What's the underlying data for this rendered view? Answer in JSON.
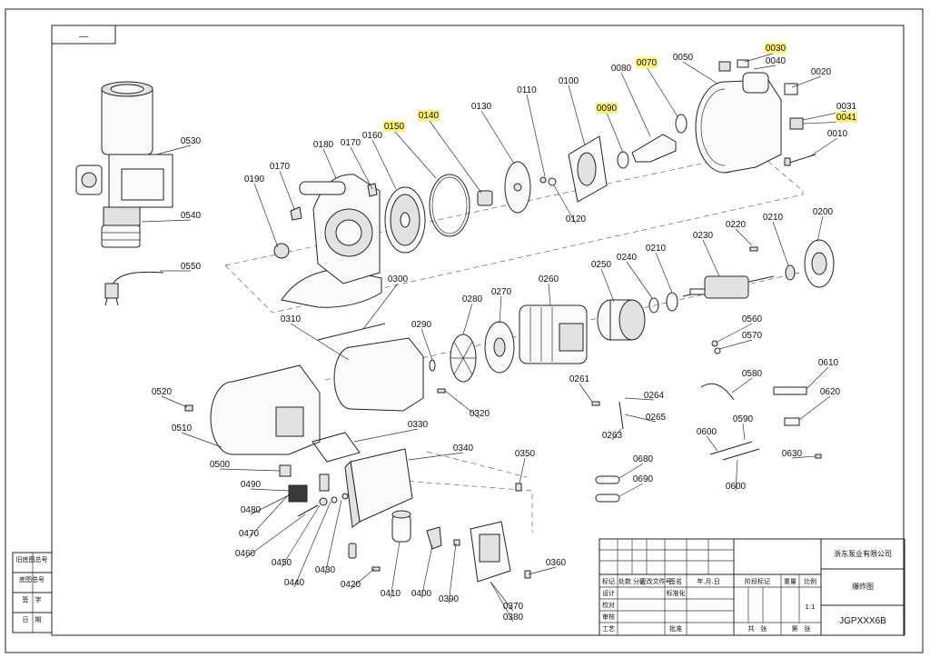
{
  "corner_box_label": "—",
  "parts": [
    {
      "id": "0010",
      "label": "0010",
      "highlight": false
    },
    {
      "id": "0020",
      "label": "0020",
      "highlight": false
    },
    {
      "id": "0030",
      "label": "0030",
      "highlight": true
    },
    {
      "id": "0031",
      "label": "0031",
      "highlight": false
    },
    {
      "id": "0040",
      "label": "0040",
      "highlight": false
    },
    {
      "id": "0041",
      "label": "0041",
      "highlight": true
    },
    {
      "id": "0050",
      "label": "0050",
      "highlight": false
    },
    {
      "id": "0070",
      "label": "0070",
      "highlight": true
    },
    {
      "id": "0080",
      "label": "0080",
      "highlight": false
    },
    {
      "id": "0090",
      "label": "0090",
      "highlight": true
    },
    {
      "id": "0100",
      "label": "0100",
      "highlight": false
    },
    {
      "id": "0110",
      "label": "0110",
      "highlight": false
    },
    {
      "id": "0120",
      "label": "0120",
      "highlight": false
    },
    {
      "id": "0130",
      "label": "0130",
      "highlight": false
    },
    {
      "id": "0140",
      "label": "0140",
      "highlight": true
    },
    {
      "id": "0150",
      "label": "0150",
      "highlight": true
    },
    {
      "id": "0160",
      "label": "0160",
      "highlight": false
    },
    {
      "id": "0170a",
      "label": "0170",
      "highlight": false
    },
    {
      "id": "0170b",
      "label": "0170",
      "highlight": false
    },
    {
      "id": "0180",
      "label": "0180",
      "highlight": false
    },
    {
      "id": "0190",
      "label": "0190",
      "highlight": false
    },
    {
      "id": "0200",
      "label": "0200",
      "highlight": false
    },
    {
      "id": "0210a",
      "label": "0210",
      "highlight": false
    },
    {
      "id": "0210b",
      "label": "0210",
      "highlight": false
    },
    {
      "id": "0220",
      "label": "0220",
      "highlight": false
    },
    {
      "id": "0230",
      "label": "0230",
      "highlight": false
    },
    {
      "id": "0240",
      "label": "0240",
      "highlight": false
    },
    {
      "id": "0250",
      "label": "0250",
      "highlight": false
    },
    {
      "id": "0260",
      "label": "0260",
      "highlight": false
    },
    {
      "id": "0261",
      "label": "0261",
      "highlight": false
    },
    {
      "id": "0263",
      "label": "0263",
      "highlight": false
    },
    {
      "id": "0264",
      "label": "0264",
      "highlight": false
    },
    {
      "id": "0265",
      "label": "0265",
      "highlight": false
    },
    {
      "id": "0270",
      "label": "0270",
      "highlight": false
    },
    {
      "id": "0280",
      "label": "0280",
      "highlight": false
    },
    {
      "id": "0290",
      "label": "0290",
      "highlight": false
    },
    {
      "id": "0300",
      "label": "0300",
      "highlight": false
    },
    {
      "id": "0310",
      "label": "0310",
      "highlight": false
    },
    {
      "id": "0320",
      "label": "0320",
      "highlight": false
    },
    {
      "id": "0330",
      "label": "0330",
      "highlight": false
    },
    {
      "id": "0340",
      "label": "0340",
      "highlight": false
    },
    {
      "id": "0350",
      "label": "0350",
      "highlight": false
    },
    {
      "id": "0360",
      "label": "0360",
      "highlight": false
    },
    {
      "id": "0370",
      "label": "0370",
      "highlight": false
    },
    {
      "id": "0380",
      "label": "0380",
      "highlight": false
    },
    {
      "id": "0390",
      "label": "0390",
      "highlight": false
    },
    {
      "id": "0400",
      "label": "0400",
      "highlight": false
    },
    {
      "id": "0410",
      "label": "0410",
      "highlight": false
    },
    {
      "id": "0420",
      "label": "0420",
      "highlight": false
    },
    {
      "id": "0430",
      "label": "0430",
      "highlight": false
    },
    {
      "id": "0440",
      "label": "0440",
      "highlight": false
    },
    {
      "id": "0450",
      "label": "0450",
      "highlight": false
    },
    {
      "id": "0460",
      "label": "0460",
      "highlight": false
    },
    {
      "id": "0470",
      "label": "0470",
      "highlight": false
    },
    {
      "id": "0480",
      "label": "0480",
      "highlight": false
    },
    {
      "id": "0490",
      "label": "0490",
      "highlight": false
    },
    {
      "id": "0500",
      "label": "0500",
      "highlight": false
    },
    {
      "id": "0510",
      "label": "0510",
      "highlight": false
    },
    {
      "id": "0520",
      "label": "0520",
      "highlight": false
    },
    {
      "id": "0530",
      "label": "0530",
      "highlight": false
    },
    {
      "id": "0540",
      "label": "0540",
      "highlight": false
    },
    {
      "id": "0550",
      "label": "0550",
      "highlight": false
    },
    {
      "id": "0560",
      "label": "0560",
      "highlight": false
    },
    {
      "id": "0570",
      "label": "0570",
      "highlight": false
    },
    {
      "id": "0580",
      "label": "0580",
      "highlight": false
    },
    {
      "id": "0590",
      "label": "0590",
      "highlight": false
    },
    {
      "id": "0600a",
      "label": "0600",
      "highlight": false
    },
    {
      "id": "0600b",
      "label": "0600",
      "highlight": false
    },
    {
      "id": "0610",
      "label": "0610",
      "highlight": false
    },
    {
      "id": "0620",
      "label": "0620",
      "highlight": false
    },
    {
      "id": "0630",
      "label": "0630",
      "highlight": false
    },
    {
      "id": "0680",
      "label": "0680",
      "highlight": false
    },
    {
      "id": "0690",
      "label": "0690",
      "highlight": false
    }
  ],
  "highlight_color": "#fff27a",
  "side_table": [
    "旧底图总号",
    "底图总号",
    "签　字",
    "日　期"
  ],
  "title_block": {
    "company": "浙东泵业有限公司",
    "drawing_name": "爆炸图",
    "drawing_number": "JGPXXX6B",
    "header_row": [
      "标记",
      "处数",
      "分区",
      "更改文件号",
      "签名",
      "年.月.日"
    ],
    "design_label": "设计",
    "standardize_label": "标准化",
    "check_label": "校对",
    "review_label": "审核",
    "process_label": "工艺",
    "approve_label": "批准",
    "stage_headers": [
      "阶段标记",
      "重量",
      "比例"
    ],
    "scale": "1:1",
    "total_label": "共　张",
    "sheet_label": "第　张"
  }
}
